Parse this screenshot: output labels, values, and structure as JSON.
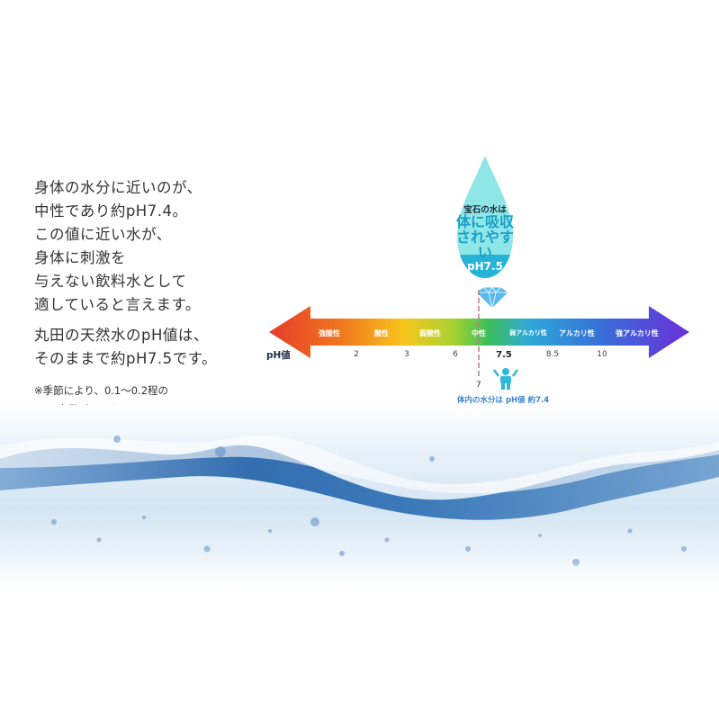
{
  "lead_lines": [
    "身体の水分に近いのが、",
    "中性であり約pH7.4。",
    "この値に近い水が、",
    "身体に刺激を",
    "与えない飲料水として",
    "適していると言えます。"
  ],
  "lead2_lines": [
    "丸田の天然水のpH値は、",
    "そのままで約pH7.5です。"
  ],
  "note_lines": [
    "※季節により、0.1～0.2程の",
    "変動があります。"
  ],
  "drop": {
    "title": "宝石の水は",
    "headline_1": "体に吸収",
    "headline_2": "されやすい",
    "ph": "pH7.5"
  },
  "scale": {
    "ph_label": "pH値",
    "zones": [
      "強酸性",
      "酸性",
      "弱酸性",
      "中性",
      "弱アルカリ性",
      "アルカリ性",
      "強アルカリ性"
    ],
    "ticks": [
      "2",
      "3",
      "6",
      "7.5",
      "8.5",
      "10"
    ],
    "seven": "7",
    "body_water": "体内の水分は pH値 約7.4"
  },
  "colors": {
    "drop": "#8fe6e6",
    "drop_band": "#27b3d8",
    "text_accent": "#1aa0c8",
    "body_water": "#3a86c8",
    "diamond": "#5ab9ef",
    "marker_line": "#b38080"
  },
  "icons": [
    "water-drop",
    "diamond-icon",
    "person-icon"
  ]
}
